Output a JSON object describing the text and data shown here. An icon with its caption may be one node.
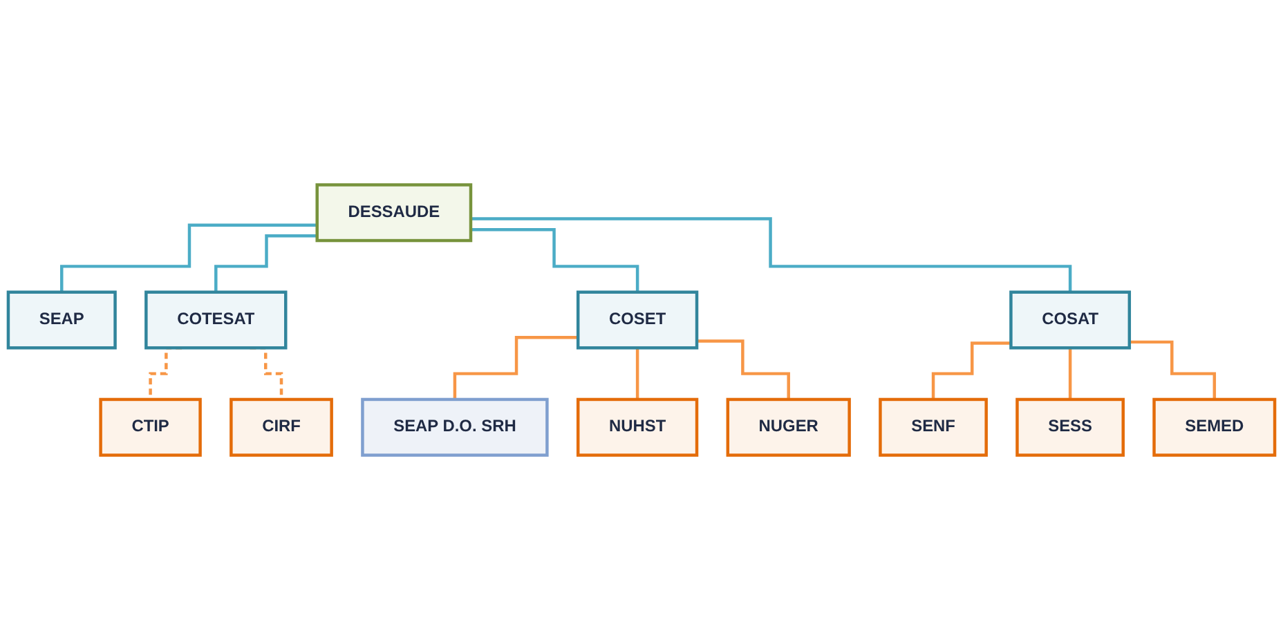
{
  "diagram": {
    "nodes": [
      {
        "text": [
          "DESSAUDE"
        ]
      },
      {
        "text": [
          "SEAP"
        ]
      },
      {
        "text": [
          "COTESAT"
        ]
      },
      {
        "text": [
          "COSET"
        ]
      },
      {
        "text": [
          "COSAT"
        ]
      },
      {
        "text": [
          "CTIP"
        ]
      },
      {
        "text": [
          "CIRF"
        ]
      },
      {
        "text": [
          "SEAP D.O. SRH"
        ]
      },
      {
        "text": [
          "SENF"
        ]
      },
      {
        "text": [
          "SESS"
        ]
      },
      {
        "text": [
          "SEMED"
        ]
      },
      {
        "text": [
          "NUHST"
        ]
      },
      {
        "text": [
          "NUGER"
        ]
      }
    ],
    "edges": [
      {
        "from": 0,
        "to": 1,
        "arrow": "none",
        "color": "#4bacc6"
      },
      {
        "from": 0,
        "to": 2,
        "arrow": "none",
        "color": "#4bacc6"
      },
      {
        "from": 0,
        "to": 3,
        "arrow": "none",
        "color": "#4bacc6"
      },
      {
        "from": 0,
        "to": 4,
        "arrow": "none",
        "color": "#4bacc6"
      },
      {
        "from": 2,
        "to": 5,
        "arrow": "none",
        "style": "dashed"
      },
      {
        "from": 2,
        "to": 6,
        "arrow": "none",
        "style": "dashed"
      },
      {
        "from": 3,
        "to": 7,
        "arrow": "none"
      },
      {
        "from": 3,
        "to": 11,
        "arrow": "none"
      },
      {
        "from": 3,
        "to": 12,
        "arrow": "none"
      },
      {
        "from": 4,
        "to": 8,
        "arrow": "none"
      },
      {
        "from": 4,
        "to": 9,
        "arrow": "none"
      },
      {
        "from": 4,
        "to": 10,
        "arrow": "none"
      }
    ]
  }
}
